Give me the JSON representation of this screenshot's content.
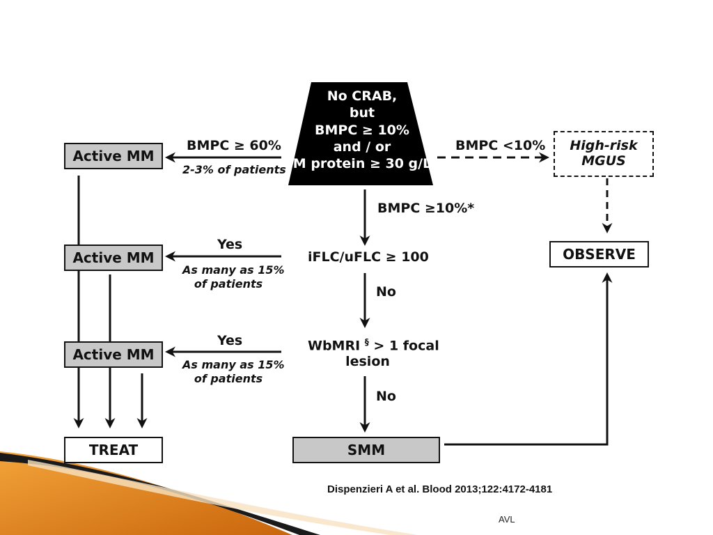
{
  "colors": {
    "ink": "#111111",
    "box_gray": "#c8c8c8",
    "trap_fill": "#000000",
    "accent_orange": "#e8891c",
    "accent_dark": "#111111"
  },
  "start": {
    "lines": [
      "No CRAB,",
      "but",
      "BMPC ≥ 10%",
      "and / or",
      "M protein ≥ 30 g/L"
    ]
  },
  "boxes": {
    "active1": "Active MM",
    "active2": "Active MM",
    "active3": "Active MM",
    "treat": "TREAT",
    "smm": "SMM",
    "observe": "OBSERVE",
    "high_risk_line1": "High-risk",
    "high_risk_line2": "MGUS"
  },
  "labels": {
    "bmpc60": "BMPC ≥ 60%",
    "bmpc60_sub": "2-3% of patients",
    "bmpc_lt10": "BMPC <10%",
    "bmpc10star": "BMPC ≥10%*",
    "iflc": "iFLC/uFLC ≥ 100",
    "yes1": "Yes",
    "yes1_sub1": "As many as 15%",
    "yes1_sub2": "of patients",
    "no1": "No",
    "wbmri_main": "WbMRI",
    "wbmri_sup": "§",
    "wbmri_rest": " > 1 focal",
    "wbmri_line2": "lesion",
    "yes2": "Yes",
    "yes2_sub1": "As many as 15%",
    "yes2_sub2": "of patients",
    "no2": "No"
  },
  "citation": "Dispenzieri A et  al. Blood 2013;122:4172-4181",
  "footer": "AVL"
}
